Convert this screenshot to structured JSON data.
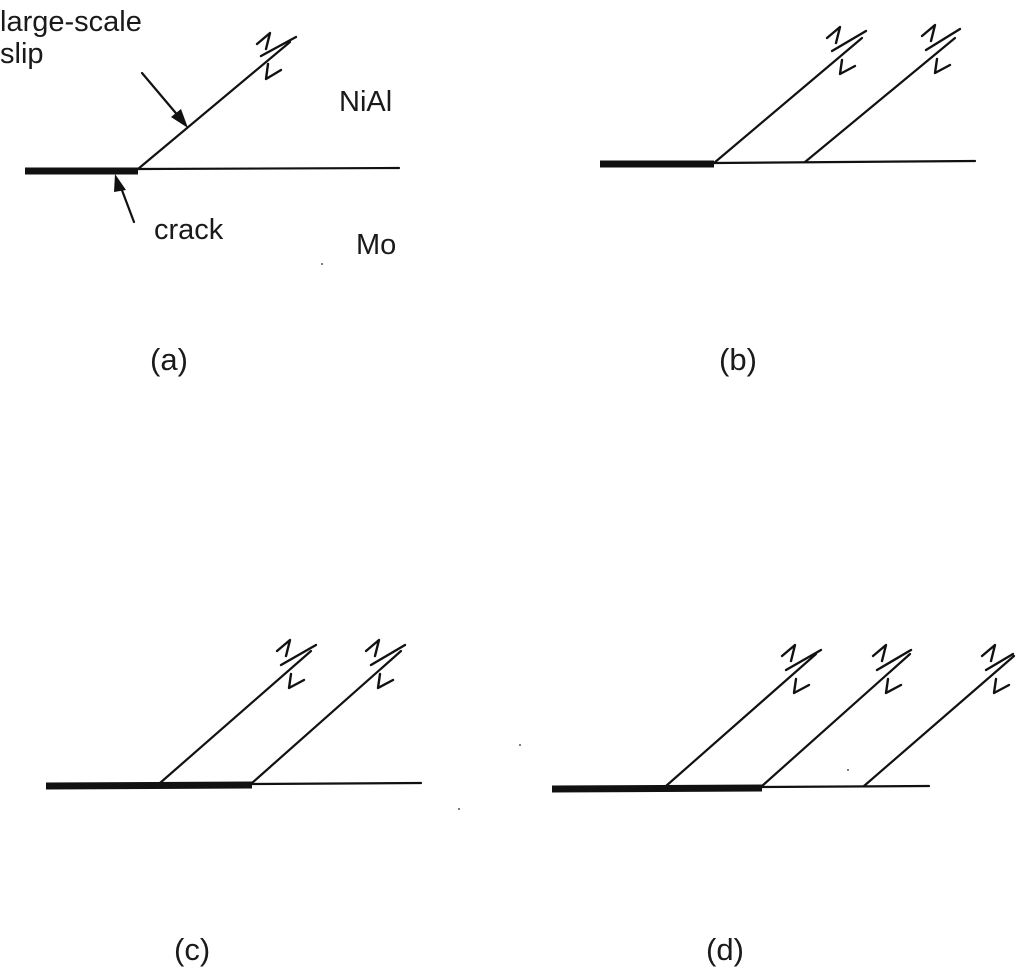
{
  "labels": {
    "large_scale_slip_line1": "large-scale",
    "large_scale_slip_line2": "slip",
    "nial": "NiAl",
    "crack": "crack",
    "mo": "Mo"
  },
  "panels": [
    {
      "id": "a",
      "label": "(a)"
    },
    {
      "id": "b",
      "label": "(b)"
    },
    {
      "id": "c",
      "label": "(c)"
    },
    {
      "id": "d",
      "label": "(d)"
    }
  ]
}
